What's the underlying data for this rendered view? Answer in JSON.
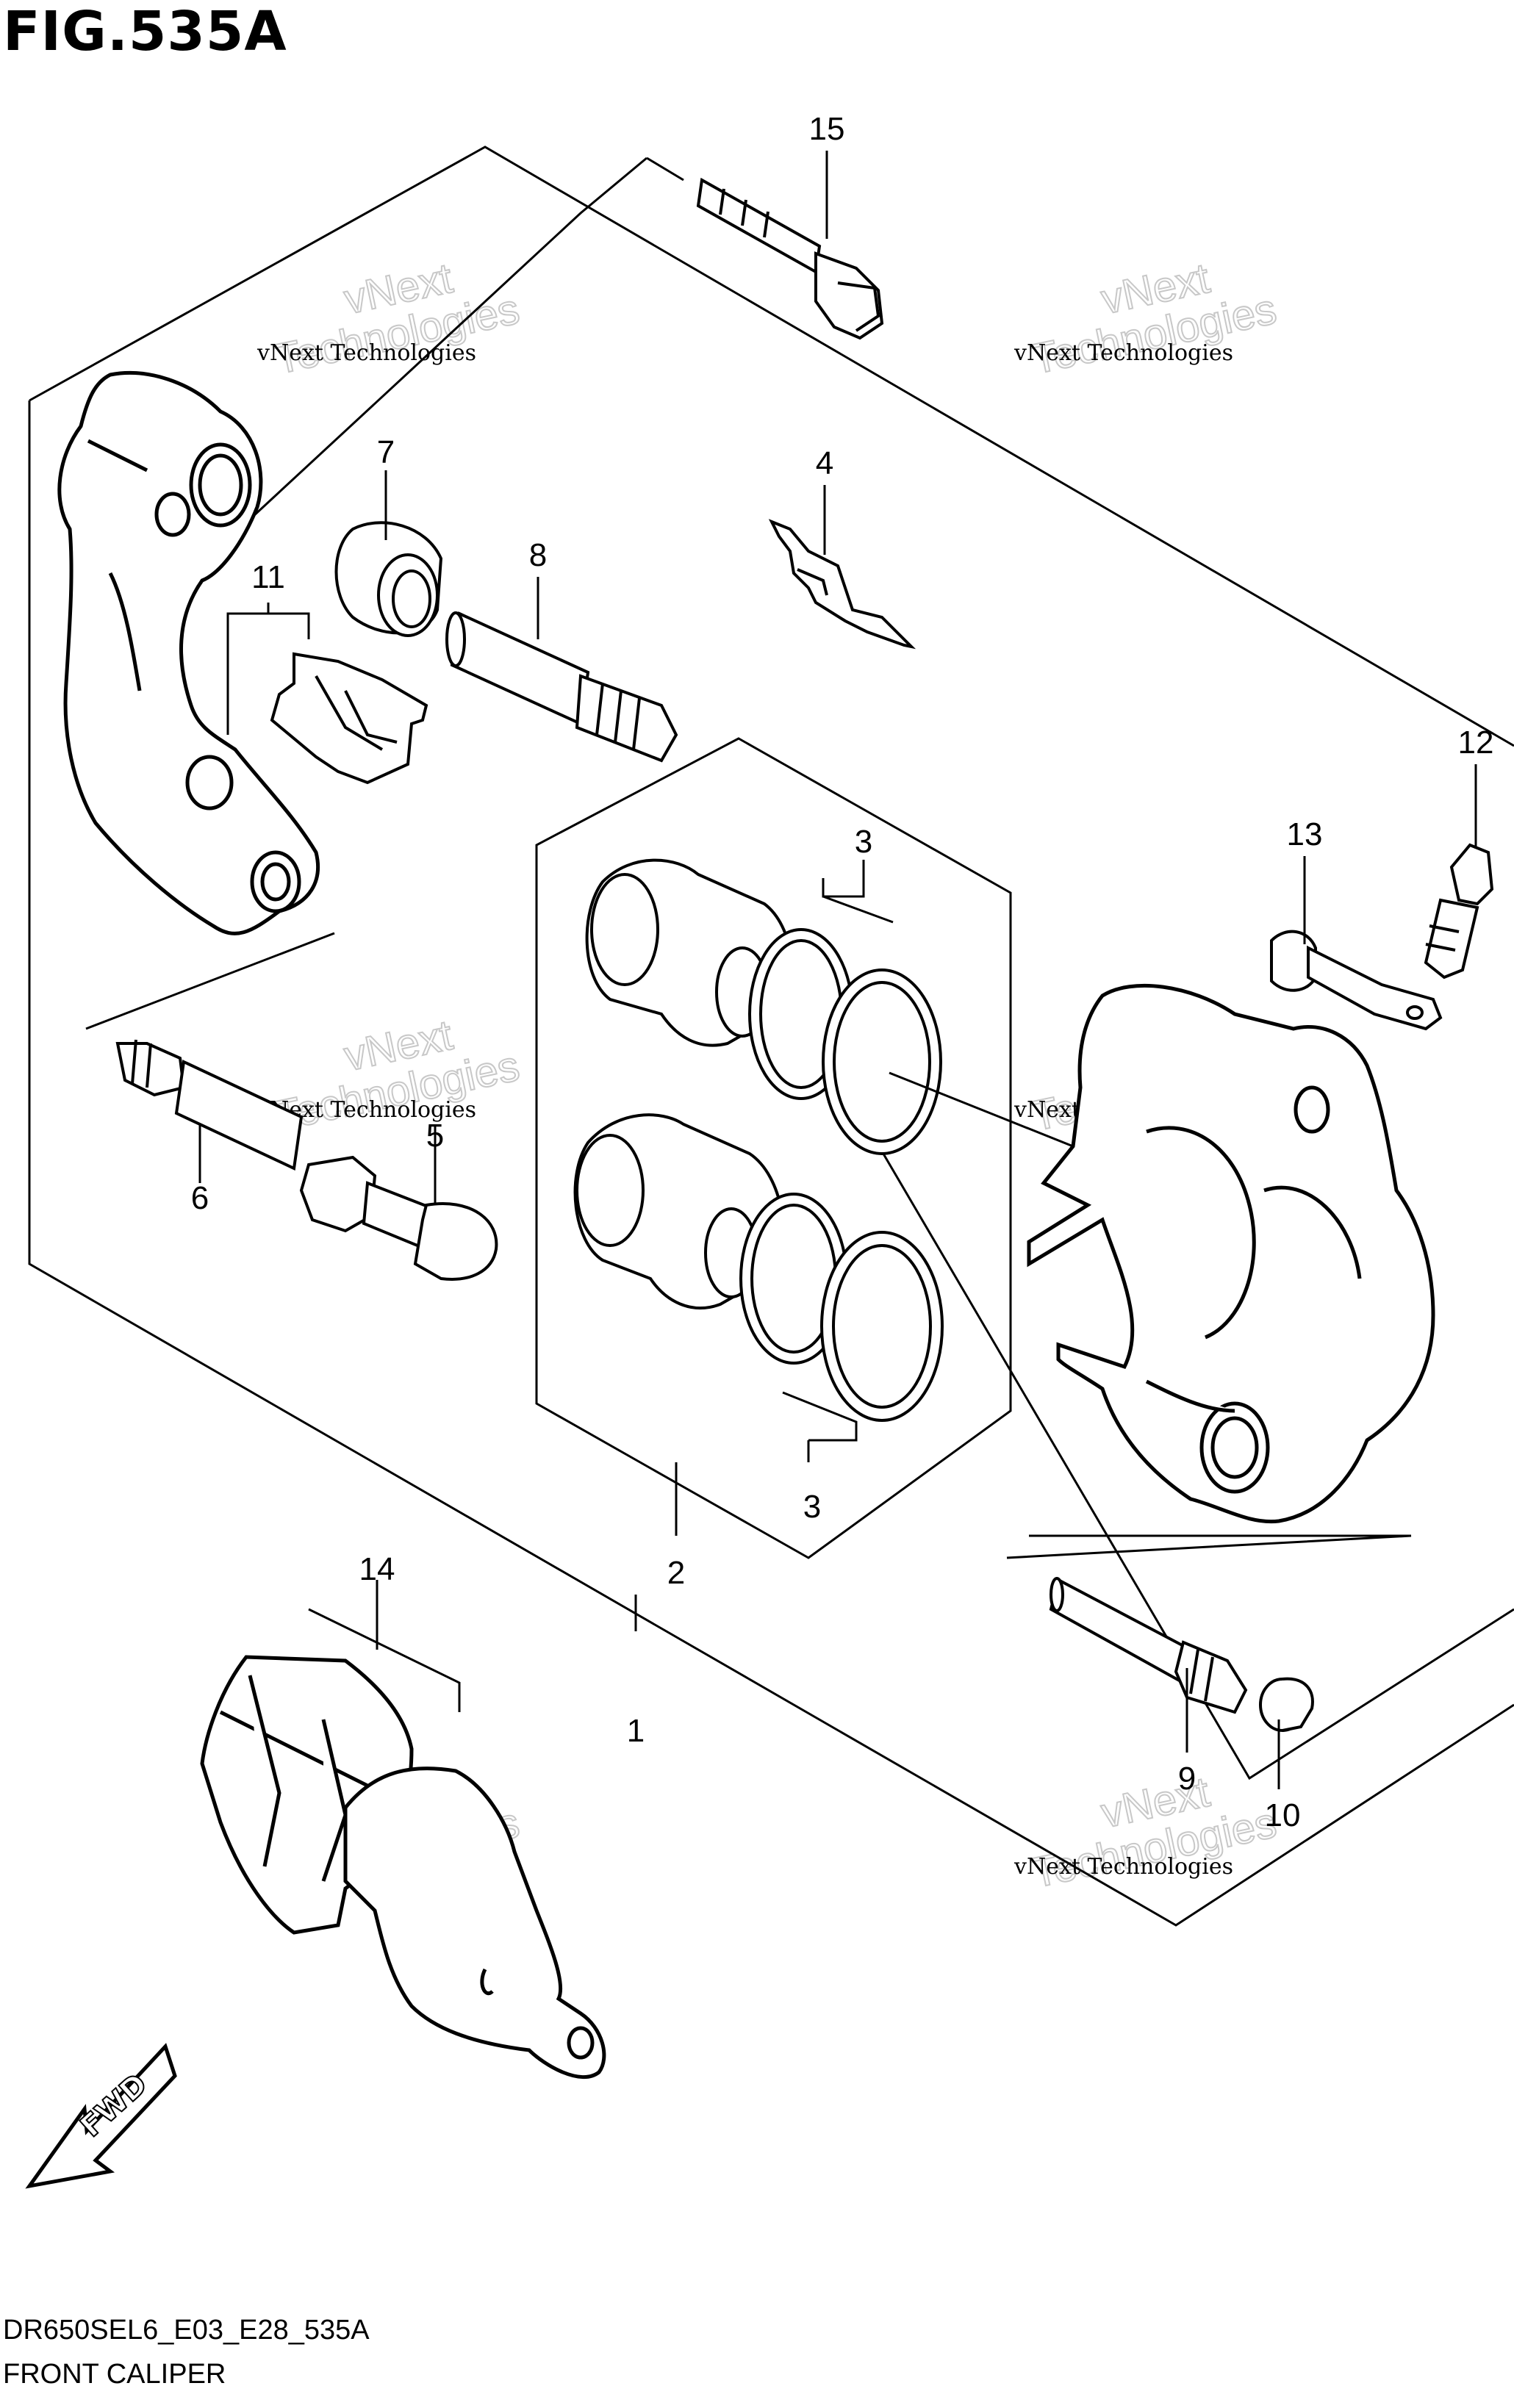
{
  "figure": {
    "title": "FIG.535A",
    "drawing_code": "DR650SEL6_E03_E28_535A",
    "caption": "FRONT CALIPER"
  },
  "callouts": [
    {
      "id": "c15",
      "text": "15"
    },
    {
      "id": "c7",
      "text": "7"
    },
    {
      "id": "c8",
      "text": "8"
    },
    {
      "id": "c4",
      "text": "4"
    },
    {
      "id": "c11",
      "text": "11"
    },
    {
      "id": "c12",
      "text": "12"
    },
    {
      "id": "c13",
      "text": "13"
    },
    {
      "id": "c3a",
      "text": "3"
    },
    {
      "id": "c5",
      "text": "5"
    },
    {
      "id": "c6",
      "text": "6"
    },
    {
      "id": "c3b",
      "text": "3"
    },
    {
      "id": "c2",
      "text": "2"
    },
    {
      "id": "c14",
      "text": "14"
    },
    {
      "id": "c1",
      "text": "1"
    },
    {
      "id": "c9",
      "text": "9"
    },
    {
      "id": "c10",
      "text": "10"
    }
  ],
  "watermark": {
    "line1": "vNext Technologies",
    "line2a": "vNext",
    "line2b": "Technologies"
  },
  "fwd_label": "FWD"
}
